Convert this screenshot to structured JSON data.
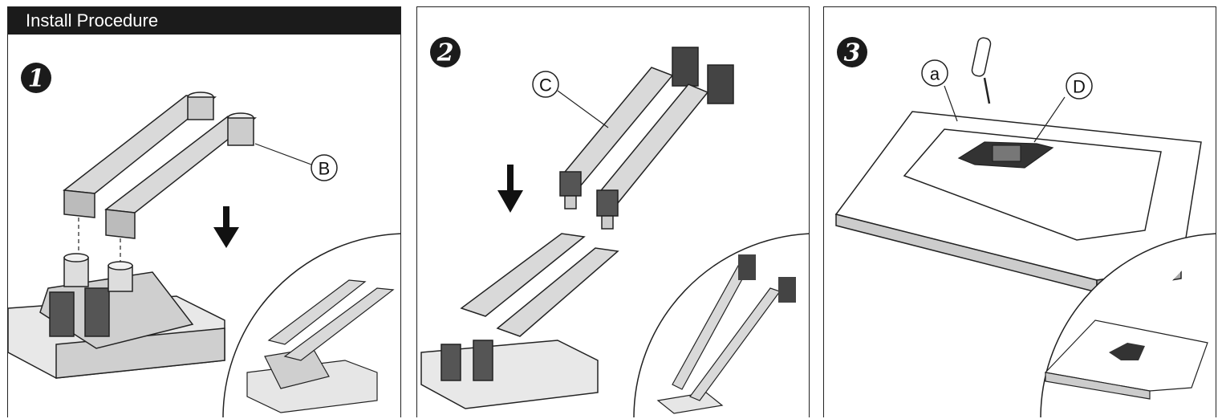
{
  "header": {
    "title": "Install Procedure"
  },
  "steps": [
    {
      "number": "1",
      "callouts": [
        "B"
      ]
    },
    {
      "number": "2",
      "callouts": [
        "C"
      ]
    },
    {
      "number": "3",
      "callouts": [
        "a",
        "D"
      ]
    }
  ],
  "colors": {
    "ink": "#1b1b1b",
    "part_fill": "#d9d9d9",
    "dark_fill": "#555555"
  }
}
